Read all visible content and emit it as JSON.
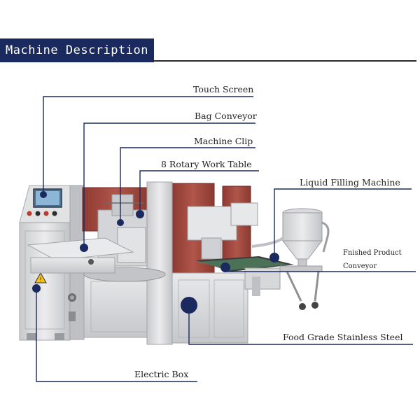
{
  "header": {
    "title": "Machine Description"
  },
  "callouts": {
    "touch_screen": "Touch Screen",
    "bag_conveyor": "Bag Conveyor",
    "machine_clip": "Machine Clip",
    "rotary_work_table": "8 Rotary Work Table",
    "liquid_filling_machine": "Liquid Filling Machine",
    "finished_product_line1": "Fnished Product",
    "finished_product_line2": "Conveyor",
    "food_grade_steel": "Food Grade Stainless Steel",
    "electric_box": "Electric Box"
  },
  "colors": {
    "accent_navy": "#1b2a5e",
    "steel": "#d9dadc",
    "panel_red": "#a8473c"
  }
}
